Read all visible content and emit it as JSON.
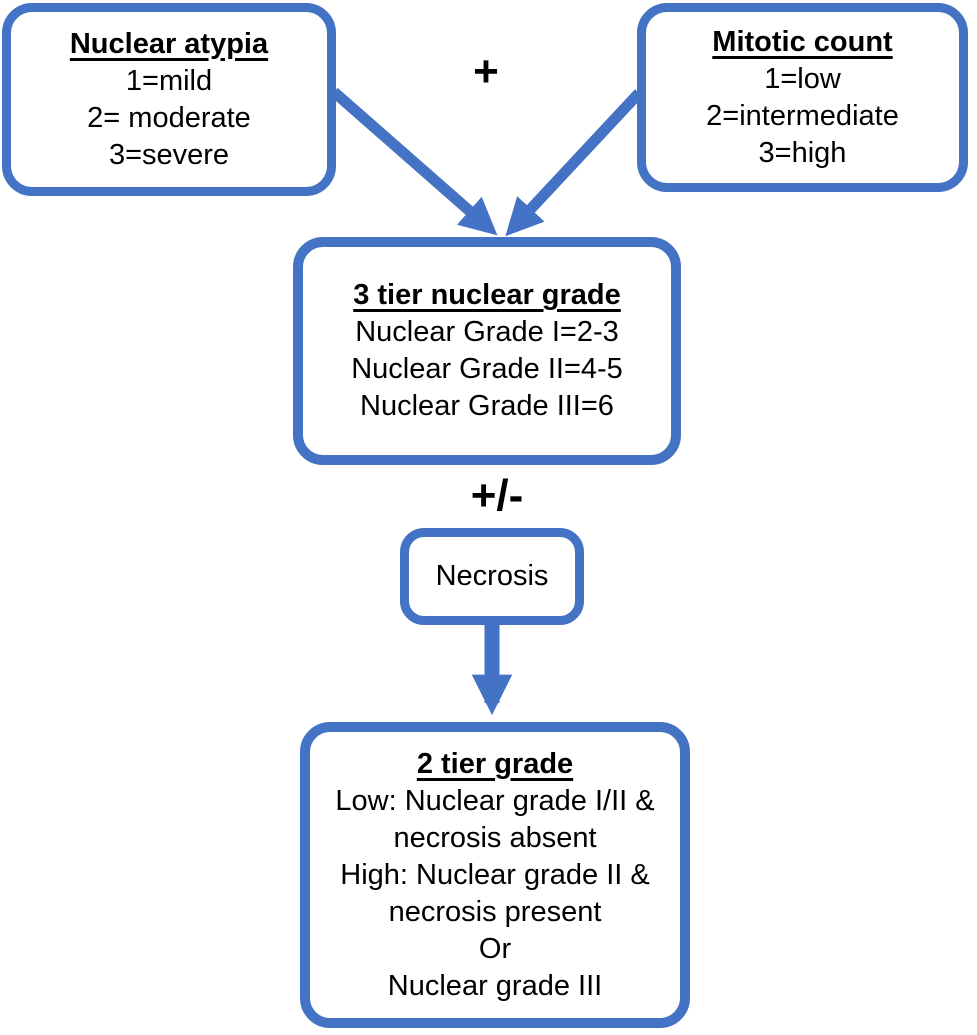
{
  "diagram": {
    "accent_color": "#4472C4",
    "text_color": "#000000",
    "background_color": "#ffffff",
    "plus_label": "+",
    "plus_minus_label": "+/-",
    "nuclear_atypia": {
      "title": "Nuclear atypia",
      "lines": [
        "1=mild",
        "2= moderate",
        "3=severe"
      ]
    },
    "mitotic_count": {
      "title": "Mitotic count",
      "lines": [
        "1=low",
        "2=intermediate",
        "3=high"
      ]
    },
    "three_tier": {
      "title": "3 tier nuclear grade",
      "lines": [
        "Nuclear Grade I=2-3",
        "Nuclear Grade II=4-5",
        "Nuclear Grade III=6"
      ]
    },
    "necrosis": {
      "title": "Necrosis"
    },
    "two_tier": {
      "title": "2 tier grade",
      "lines": [
        "Low: Nuclear grade I/II &",
        "necrosis absent",
        "High: Nuclear grade II &",
        "necrosis present",
        "Or",
        "Nuclear grade III"
      ]
    }
  }
}
